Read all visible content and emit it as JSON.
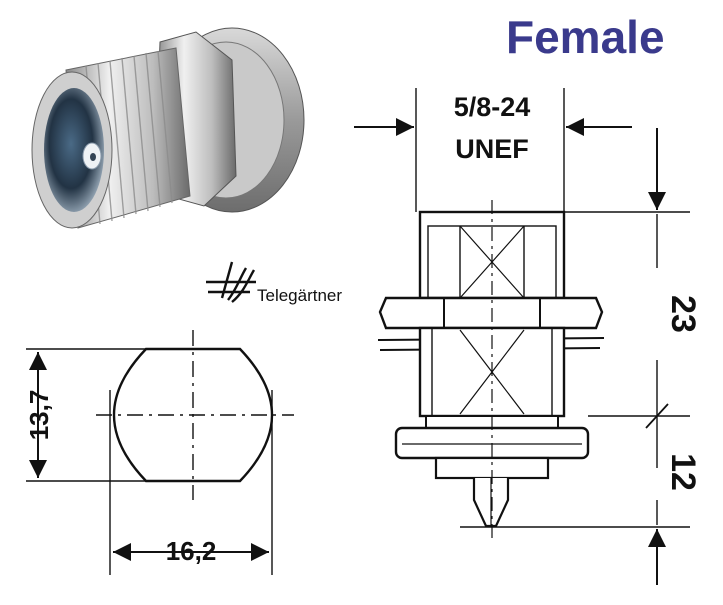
{
  "title": "Female",
  "brand": "Telegärtner",
  "dimensions": {
    "thread_line1": "5/8-24",
    "thread_line2": "UNEF",
    "height_main": "23",
    "height_lower": "12",
    "flat_height": "13,7",
    "flat_width": "16,2"
  },
  "colors": {
    "title": "#3a3a8c",
    "ink": "#111111",
    "metal_light": "#e8e8e8",
    "metal_mid": "#b8b8b8",
    "metal_dark": "#5a5a5a"
  },
  "icons": [
    "telegartner-logo-icon"
  ]
}
